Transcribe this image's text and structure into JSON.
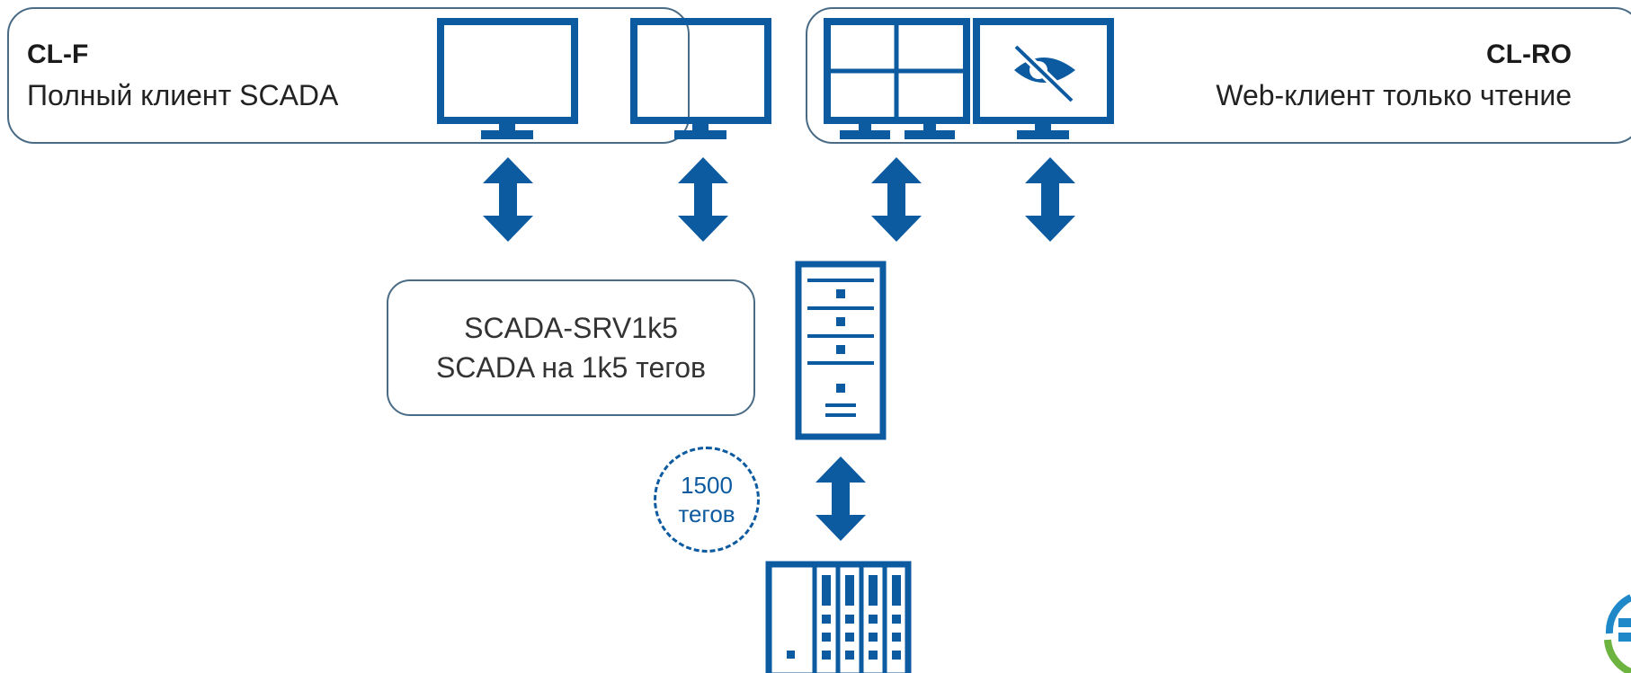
{
  "clients_full": {
    "title": "CL-F",
    "subtitle": "Полный клиент SCADA"
  },
  "clients_readonly": {
    "title": "CL-RO",
    "subtitle": "Web-клиент только чтение"
  },
  "server": {
    "name": "SCADA-SRV1k5",
    "description": "SCADA на 1k5 тегов"
  },
  "tags": {
    "count": "1500",
    "unit": "тегов"
  },
  "colors": {
    "primary": "#0c5aa0",
    "border": "#4a6b85",
    "logo_blue": "#1e88c8",
    "logo_green": "#6cb33f"
  },
  "icons": [
    "monitor-icon",
    "quad-monitor-icon",
    "hidden-monitor-icon",
    "server-tower-icon",
    "plc-rack-icon",
    "bidirectional-arrow-icon",
    "logo-icon"
  ]
}
